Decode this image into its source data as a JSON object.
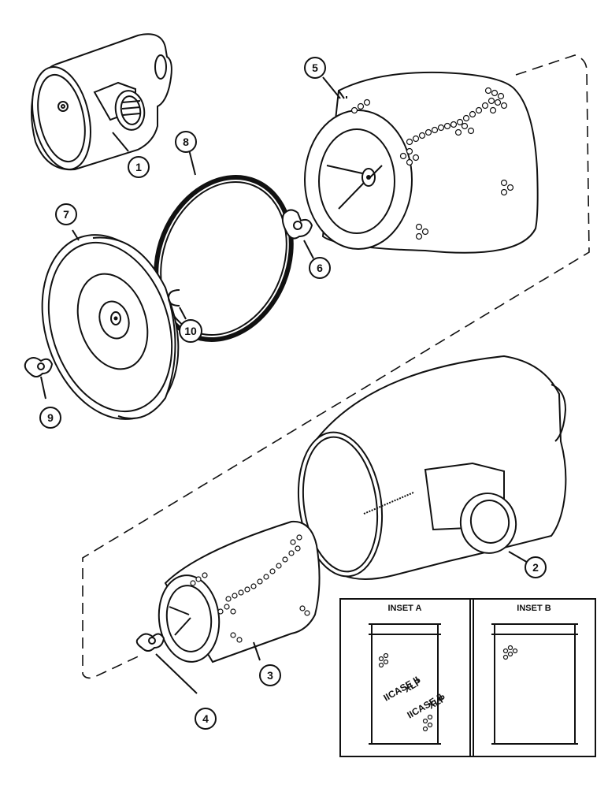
{
  "diagram": {
    "callouts": [
      {
        "id": "c1",
        "label": "1"
      },
      {
        "id": "c2",
        "label": "2"
      },
      {
        "id": "c3",
        "label": "3"
      },
      {
        "id": "c4",
        "label": "4"
      },
      {
        "id": "c5",
        "label": "5"
      },
      {
        "id": "c6",
        "label": "6"
      },
      {
        "id": "c7",
        "label": "7"
      },
      {
        "id": "c8",
        "label": "8"
      },
      {
        "id": "c9",
        "label": "9"
      },
      {
        "id": "c10",
        "label": "10"
      }
    ],
    "insets": [
      {
        "title": "INSET A",
        "logo_text_1": "XLP",
        "logo_text_2": "XLP"
      },
      {
        "title": "INSET B"
      }
    ]
  }
}
